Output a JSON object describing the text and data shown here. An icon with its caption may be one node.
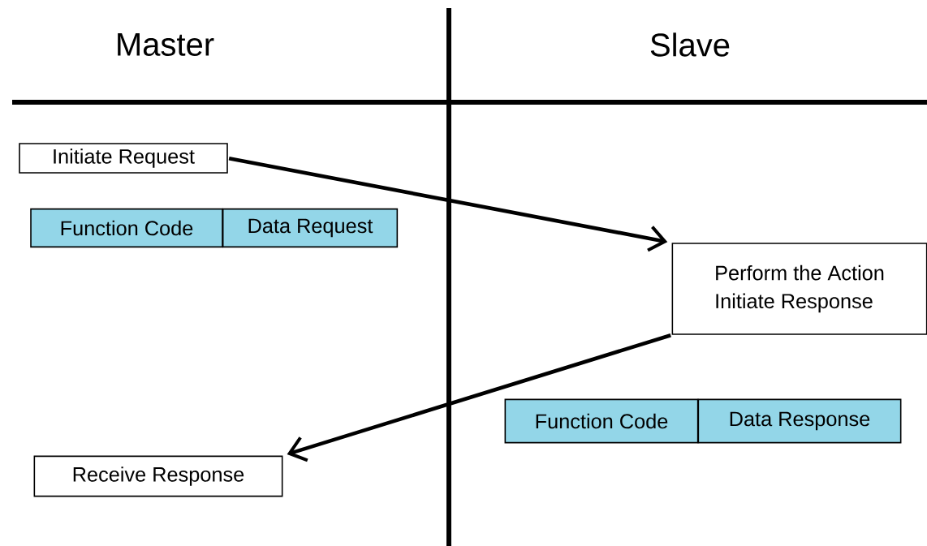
{
  "diagram": {
    "nodes": [
      {
        "text": [
          "Initiate Request"
        ]
      },
      {
        "text": [
          "Function Code"
        ]
      },
      {
        "text": [
          "Data Request"
        ]
      },
      {
        "text": [
          "Perform the Action",
          "Initiate Response"
        ]
      },
      {
        "text": [
          "Function Code"
        ]
      },
      {
        "text": [
          "Data Response"
        ]
      },
      {
        "text": [
          "Receive Response"
        ]
      }
    ],
    "edges": [
      {
        "from": 0,
        "to": 3,
        "arrow": "to"
      },
      {
        "from": 3,
        "to": 6,
        "arrow": "to"
      }
    ],
    "labels": [
      "Master",
      "Slave"
    ]
  }
}
